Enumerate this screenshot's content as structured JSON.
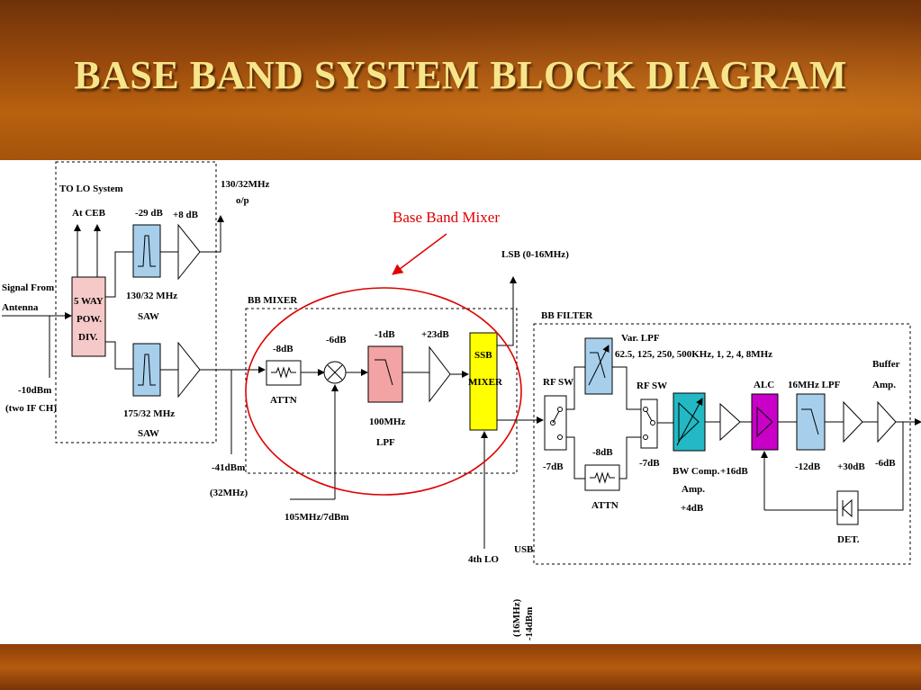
{
  "title": "BASE BAND SYSTEM BLOCK DIAGRAM",
  "callout": "Base Band Mixer",
  "left": {
    "to_lo": "TO LO System",
    "at_ceb": "At CEB",
    "signal_from": "Signal From",
    "antenna": "Antenna",
    "divider": [
      "5 WAY",
      "POW.",
      "DIV."
    ],
    "gain_top": "-29 dB",
    "amp_top": "+8 dB",
    "out_top": "130/32MHz",
    "out_top_2": "o/p",
    "saw_top": "130/32 MHz",
    "saw_top_2": "SAW",
    "saw_bottom": "175/32 MHz",
    "saw_bottom_2": "SAW",
    "input_level": "-10dBm",
    "input_ch": "(two IF CH)"
  },
  "mixer": {
    "title": "BB MIXER",
    "attn_gain": "-8dB",
    "attn": "ATTN",
    "mix_gain": "-6dB",
    "lpf_gain": "-1dB",
    "lpf": "100MHz",
    "lpf_2": "LPF",
    "amp_gain": "+23dB",
    "ssb": [
      "SSB",
      "MIXER"
    ],
    "lsb": "LSB (0-16MHz)",
    "level": "-41dBm",
    "freq": "(32MHz)",
    "lo_in": "105MHz/7dBm",
    "fourth_lo": "4th LO",
    "usb": "USB",
    "usb_freq": "(16MHz)",
    "usb_level": "-14dBm"
  },
  "filter": {
    "title": "BB FILTER",
    "rf_sw1": "RF SW",
    "rf_sw1_gain": "-7dB",
    "var_lpf": "Var. LPF",
    "var_lpf_freqs": "62.5, 125, 250, 500KHz, 1, 2, 4, 8MHz",
    "attn_gain": "-8dB",
    "attn": "ATTN",
    "rf_sw2": "RF SW",
    "rf_sw2_gain": "-7dB",
    "bw_comp": "BW Comp.",
    "bw_comp_2": "Amp.",
    "bw_comp_gain": "+4dB",
    "amp_gain": "+16dB",
    "alc": "ALC",
    "lpf16": "16MHz LPF",
    "lpf16_gain": "-12dB",
    "amp30": "+30dB",
    "buffer": "Buffer",
    "buffer_2": "Amp.",
    "buffer_gain": "-6dB",
    "det": "DET."
  },
  "colors": {
    "saw": "#a7cfec",
    "lpf": "#f3a3a3",
    "ssb": "#ffff00",
    "bw_comp": "#22b8c4",
    "alc": "#c800c8",
    "divider": "#f6c9c9",
    "callout": "#e00000"
  }
}
